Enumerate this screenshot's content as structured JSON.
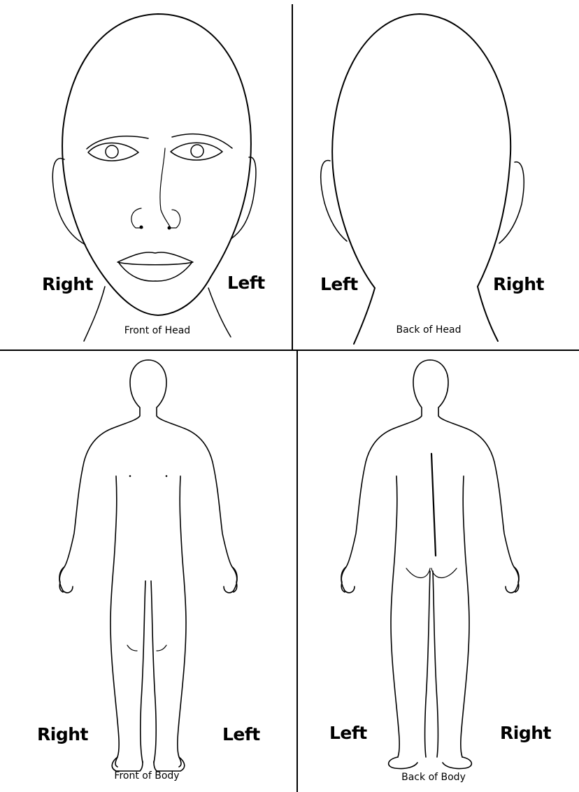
{
  "front_head": {
    "right_label": "Right",
    "left_label": "Left",
    "caption": "Front of Head"
  },
  "back_head": {
    "left_label": "Left",
    "right_label": "Right",
    "caption": "Back of Head"
  },
  "front_body": {
    "right_label": "Right",
    "left_label": "Left",
    "caption": "Front of Body"
  },
  "back_body": {
    "left_label": "Left",
    "right_label": "Right",
    "caption": "Back of Body"
  },
  "colors": {
    "line": "#000000",
    "background": "#ffffff"
  }
}
